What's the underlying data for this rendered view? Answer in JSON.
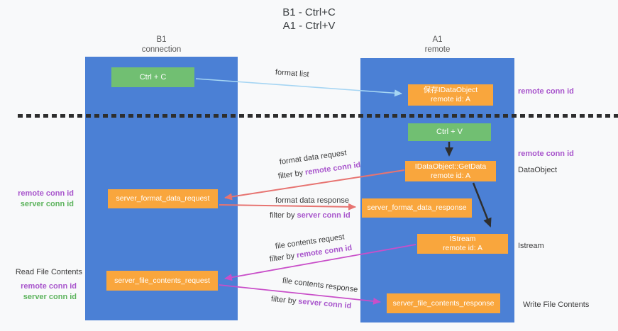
{
  "title": {
    "line1": "B1 - Ctrl+C",
    "line2": "A1 - Ctrl+V"
  },
  "lanes": {
    "left": {
      "name": "B1",
      "role": "connection"
    },
    "right": {
      "name": "A1",
      "role": "remote"
    }
  },
  "nodes": {
    "ctrl_c": {
      "label": "Ctrl + C"
    },
    "ctrl_v": {
      "label": "Ctrl + V"
    },
    "save_dataobject": {
      "line1": "保存IDataObject",
      "line2": "remote id: A"
    },
    "getdata": {
      "line1": "IDataObject::GetData",
      "line2": "remote id: A"
    },
    "istream": {
      "line1": "IStream",
      "line2": "remote id: A"
    },
    "server_format_data_request": {
      "label": "server_format_data_request"
    },
    "server_format_data_response": {
      "label": "server_format_data_response"
    },
    "server_file_contents_request": {
      "label": "server_file_contents_request"
    },
    "server_file_contents_response": {
      "label": "server_file_contents_response"
    }
  },
  "edge_labels": {
    "format_list": "format list",
    "format_data_request": "format data request",
    "format_data_response": "format data response",
    "file_contents_request": "file contents request",
    "file_contents_response": "file contents response",
    "filter_by": "filter by",
    "remote_conn_id": "remote conn id",
    "server_conn_id": "server conn id"
  },
  "side_labels": {
    "remote_conn_id": "remote conn id",
    "server_conn_id": "server conn id",
    "read_file_contents": "Read File Contents",
    "write_file_contents": "Write File Contents",
    "dataobject": "DataObject",
    "istream": "Istream"
  },
  "colors": {
    "lane_blue": "#4b80d5",
    "node_orange": "#f9a63d",
    "button_green": "#71bf72",
    "arrow_red": "#e77471",
    "arrow_magenta": "#c94fc9",
    "arrow_light_blue": "#a5d5f3",
    "arrow_black": "#2e2e2e",
    "label_purple": "#a855cc",
    "label_green": "#5cb35c"
  }
}
